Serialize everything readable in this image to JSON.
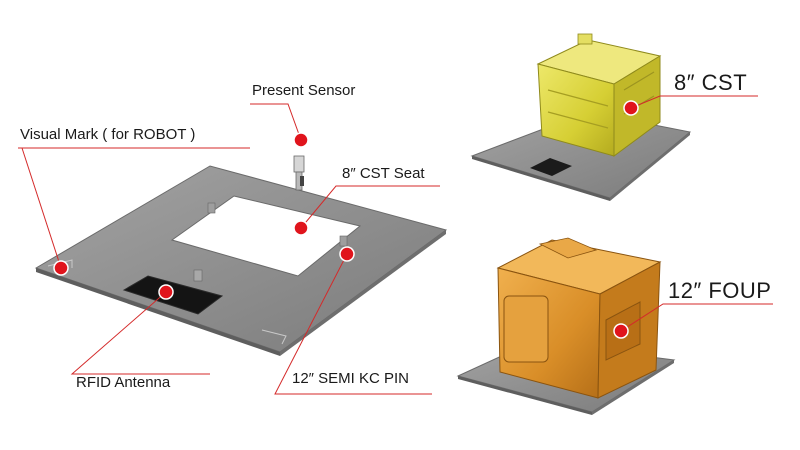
{
  "labels": {
    "present_sensor": "Present Sensor",
    "visual_mark": "Visual Mark ( for ROBOT )",
    "cst_seat": "8″ CST Seat",
    "rfid_antenna": "RFID Antenna",
    "kc_pin": "12″ SEMI KC PIN",
    "cst": "8″ CST",
    "foup": "12″ FOUP"
  },
  "colors": {
    "marker": "#e0141c",
    "leader_line": "#d42a2a",
    "plate": "#8e8e8e",
    "cassette": "#d8d23a",
    "foup": "#d9922c"
  }
}
